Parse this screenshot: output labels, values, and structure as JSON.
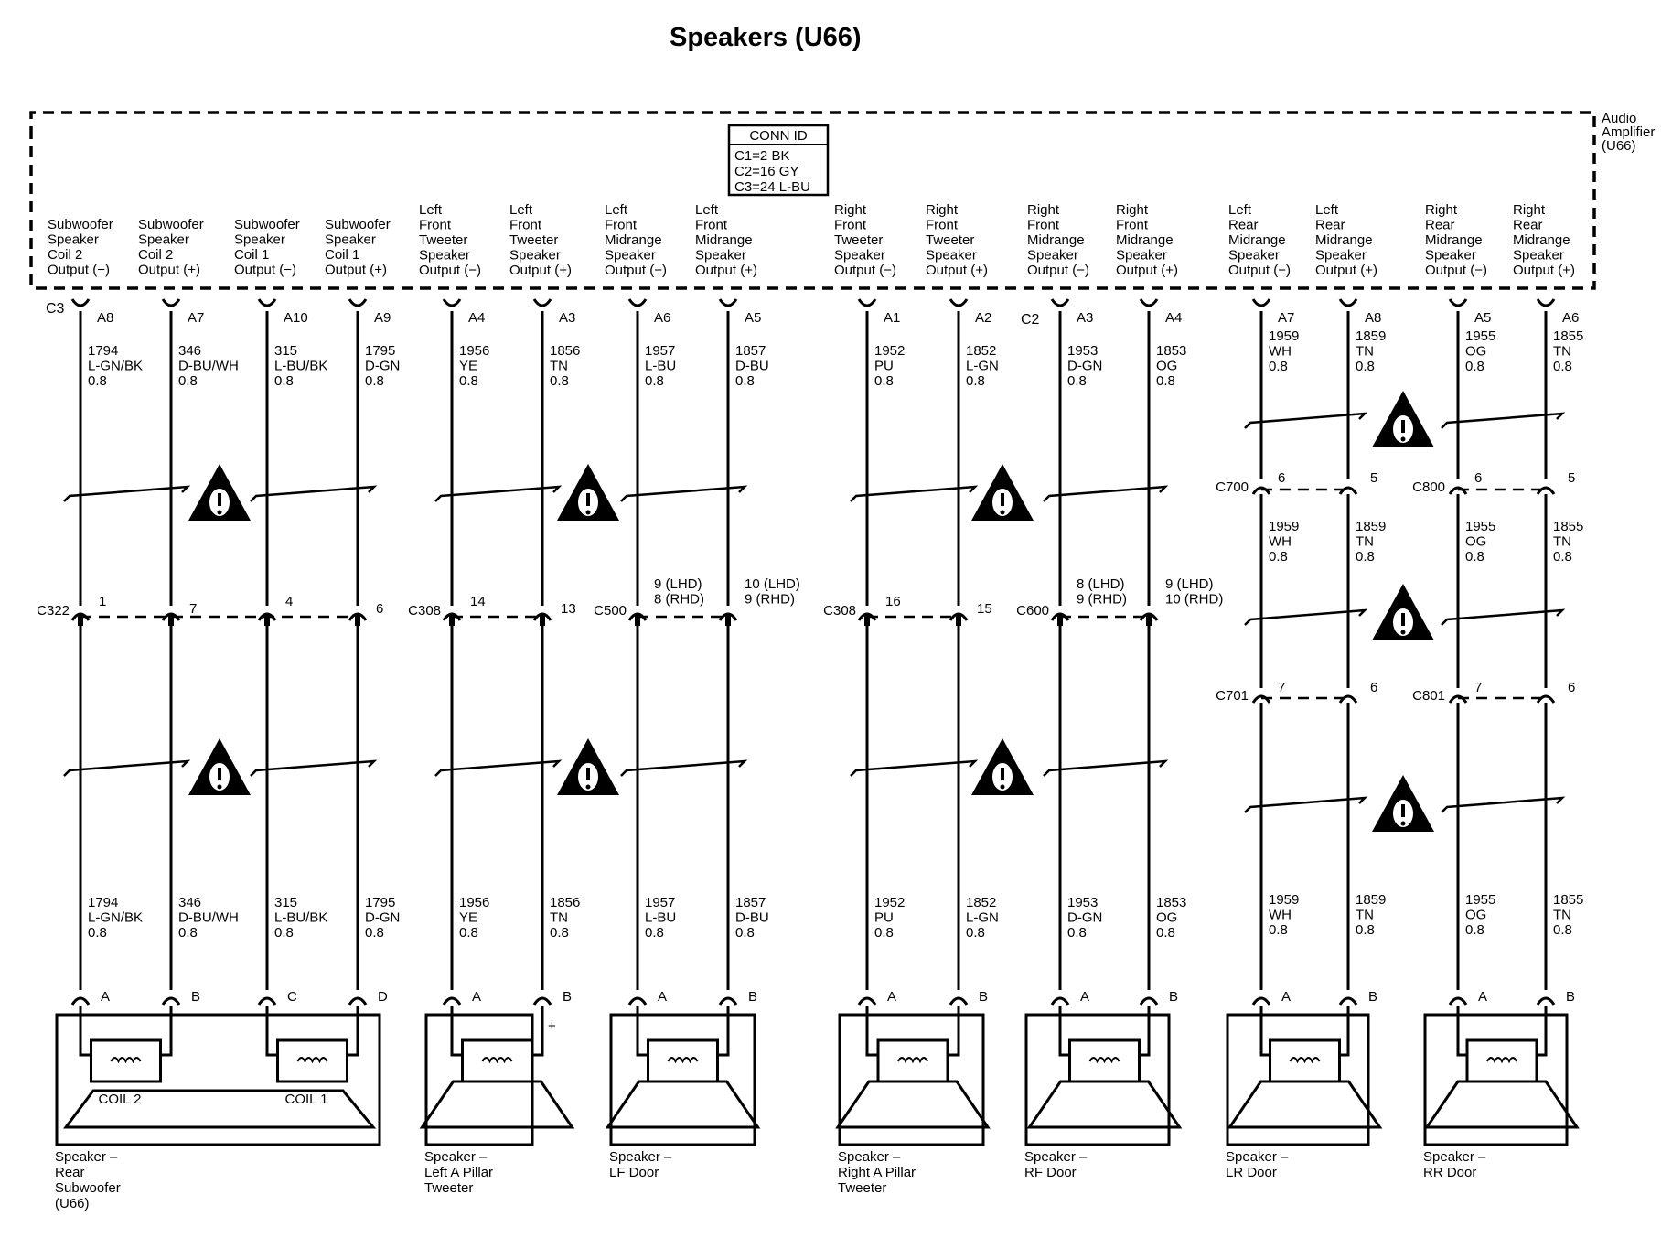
{
  "title": "Speakers (U66)",
  "amplifier": {
    "name_lines": [
      "Audio",
      "Amplifier",
      "(U66)"
    ],
    "conn_id": {
      "header": "CONN ID",
      "rows": [
        "C1=2 BK",
        "C2=16 GY",
        "C3=24 L-BU"
      ]
    },
    "connector_labels": [
      "C3",
      "C2"
    ]
  },
  "circuits": [
    {
      "desc": [
        "Subwoofer",
        "Speaker",
        "Coil 2",
        "Output (−)"
      ],
      "amp_pin": "A8",
      "wire_top": [
        "1794",
        "L-GN/BK",
        "0.8"
      ],
      "inline": {
        "connector": "C322",
        "pin": [
          "1"
        ]
      },
      "wire_bottom": [
        "1794",
        "L-GN/BK",
        "0.8"
      ],
      "speaker_pin": "A",
      "polarity": "−"
    },
    {
      "desc": [
        "Subwoofer",
        "Speaker",
        "Coil 2",
        "Output (+)"
      ],
      "amp_pin": "A7",
      "wire_top": [
        "346",
        "D-BU/WH",
        "0.8"
      ],
      "inline": {
        "connector": "",
        "pin": [
          "7"
        ]
      },
      "wire_bottom": [
        "346",
        "D-BU/WH",
        "0.8"
      ],
      "speaker_pin": "B",
      "polarity": "+"
    },
    {
      "desc": [
        "Subwoofer",
        "Speaker",
        "Coil 1",
        "Output (−)"
      ],
      "amp_pin": "A10",
      "wire_top": [
        "315",
        "L-BU/BK",
        "0.8"
      ],
      "inline": {
        "connector": "",
        "pin": [
          "4"
        ]
      },
      "wire_bottom": [
        "315",
        "L-BU/BK",
        "0.8"
      ],
      "speaker_pin": "C",
      "polarity": "−"
    },
    {
      "desc": [
        "Subwoofer",
        "Speaker",
        "Coil 1",
        "Output (+)"
      ],
      "amp_pin": "A9",
      "wire_top": [
        "1795",
        "D-GN",
        "0.8"
      ],
      "inline": {
        "connector": "",
        "pin": [
          "6"
        ]
      },
      "wire_bottom": [
        "1795",
        "D-GN",
        "0.8"
      ],
      "speaker_pin": "D",
      "polarity": "+"
    },
    {
      "desc": [
        "Left",
        "Front",
        "Tweeter",
        "Speaker",
        "Output (−)"
      ],
      "amp_pin": "A4",
      "wire_top": [
        "1956",
        "YE",
        "0.8"
      ],
      "inline": {
        "connector": "C308",
        "pin": [
          "14"
        ]
      },
      "wire_bottom": [
        "1956",
        "YE",
        "0.8"
      ],
      "speaker_pin": "A",
      "polarity": "−"
    },
    {
      "desc": [
        "Left",
        "Front",
        "Tweeter",
        "Speaker",
        "Output (+)"
      ],
      "amp_pin": "A3",
      "wire_top": [
        "1856",
        "TN",
        "0.8"
      ],
      "inline": {
        "connector": "",
        "pin": [
          "13"
        ]
      },
      "wire_bottom": [
        "1856",
        "TN",
        "0.8"
      ],
      "speaker_pin": "B",
      "polarity": "+"
    },
    {
      "desc": [
        "Left",
        "Front",
        "Midrange",
        "Speaker",
        "Output (−)"
      ],
      "amp_pin": "A6",
      "wire_top": [
        "1957",
        "L-BU",
        "0.8"
      ],
      "inline": {
        "connector": "C500",
        "pin": [
          "9 (LHD)",
          "8 (RHD)"
        ]
      },
      "wire_bottom": [
        "1957",
        "L-BU",
        "0.8"
      ],
      "speaker_pin": "A",
      "polarity": "−"
    },
    {
      "desc": [
        "Left",
        "Front",
        "Midrange",
        "Speaker",
        "Output (+)"
      ],
      "amp_pin": "A5",
      "wire_top": [
        "1857",
        "D-BU",
        "0.8"
      ],
      "inline": {
        "connector": "",
        "pin": [
          "10 (LHD)",
          "9 (RHD)"
        ]
      },
      "wire_bottom": [
        "1857",
        "D-BU",
        "0.8"
      ],
      "speaker_pin": "B",
      "polarity": "+"
    },
    {
      "desc": [
        "Right",
        "Front",
        "Tweeter",
        "Speaker",
        "Output (−)"
      ],
      "amp_pin": "A1",
      "wire_top": [
        "1952",
        "PU",
        "0.8"
      ],
      "inline": {
        "connector": "C308",
        "pin": [
          "16"
        ]
      },
      "wire_bottom": [
        "1952",
        "PU",
        "0.8"
      ],
      "speaker_pin": "A",
      "polarity": "−"
    },
    {
      "desc": [
        "Right",
        "Front",
        "Tweeter",
        "Speaker",
        "Output (+)"
      ],
      "amp_pin": "A2",
      "wire_top": [
        "1852",
        "L-GN",
        "0.8"
      ],
      "inline": {
        "connector": "",
        "pin": [
          "15"
        ]
      },
      "wire_bottom": [
        "1852",
        "L-GN",
        "0.8"
      ],
      "speaker_pin": "B",
      "polarity": "+"
    },
    {
      "desc": [
        "Right",
        "Front",
        "Midrange",
        "Speaker",
        "Output (−)"
      ],
      "amp_pin": "A3",
      "wire_top": [
        "1953",
        "D-GN",
        "0.8"
      ],
      "inline": {
        "connector": "C600",
        "pin": [
          "8 (LHD)",
          "9 (RHD)"
        ]
      },
      "wire_bottom": [
        "1953",
        "D-GN",
        "0.8"
      ],
      "speaker_pin": "A",
      "polarity": "−"
    },
    {
      "desc": [
        "Right",
        "Front",
        "Midrange",
        "Speaker",
        "Output (+)"
      ],
      "amp_pin": "A4",
      "wire_top": [
        "1853",
        "OG",
        "0.8"
      ],
      "inline": {
        "connector": "",
        "pin": [
          "9 (LHD)",
          "10 (RHD)"
        ]
      },
      "wire_bottom": [
        "1853",
        "OG",
        "0.8"
      ],
      "speaker_pin": "B",
      "polarity": "+"
    },
    {
      "desc": [
        "Left",
        "Rear",
        "Midrange",
        "Speaker",
        "Output (−)"
      ],
      "amp_pin": "A7",
      "wire_top": [
        "1959",
        "WH",
        "0.8"
      ],
      "door1": {
        "connector": "C700",
        "pin": "6"
      },
      "wire_mid": [
        "1959",
        "WH",
        "0.8"
      ],
      "door2": {
        "connector": "C701",
        "pin": "7"
      },
      "wire_bottom": [
        "1959",
        "WH",
        "0.8"
      ],
      "speaker_pin": "A",
      "polarity": "−"
    },
    {
      "desc": [
        "Left",
        "Rear",
        "Midrange",
        "Speaker",
        "Output (+)"
      ],
      "amp_pin": "A8",
      "wire_top": [
        "1859",
        "TN",
        "0.8"
      ],
      "door1": {
        "connector": "",
        "pin": "5"
      },
      "wire_mid": [
        "1859",
        "TN",
        "0.8"
      ],
      "door2": {
        "connector": "",
        "pin": "6"
      },
      "wire_bottom": [
        "1859",
        "TN",
        "0.8"
      ],
      "speaker_pin": "B",
      "polarity": "+"
    },
    {
      "desc": [
        "Right",
        "Rear",
        "Midrange",
        "Speaker",
        "Output (−)"
      ],
      "amp_pin": "A5",
      "wire_top": [
        "1955",
        "OG",
        "0.8"
      ],
      "door1": {
        "connector": "C800",
        "pin": "6"
      },
      "wire_mid": [
        "1955",
        "OG",
        "0.8"
      ],
      "door2": {
        "connector": "C801",
        "pin": "7"
      },
      "wire_bottom": [
        "1955",
        "OG",
        "0.8"
      ],
      "speaker_pin": "A",
      "polarity": "−"
    },
    {
      "desc": [
        "Right",
        "Rear",
        "Midrange",
        "Speaker",
        "Output (+)"
      ],
      "amp_pin": "A6",
      "wire_top": [
        "1855",
        "TN",
        "0.8"
      ],
      "door1": {
        "connector": "",
        "pin": "5"
      },
      "wire_mid": [
        "1855",
        "TN",
        "0.8"
      ],
      "door2": {
        "connector": "",
        "pin": "6"
      },
      "wire_bottom": [
        "1855",
        "TN",
        "0.8"
      ],
      "speaker_pin": "B",
      "polarity": "+"
    }
  ],
  "speakers": [
    {
      "name_lines": [
        "Speaker –",
        "Rear",
        "Subwoofer",
        "(U66)"
      ],
      "coil_labels": [
        "COIL 2",
        "COIL 1"
      ]
    },
    {
      "name_lines": [
        "Speaker –",
        "Left A Pillar",
        "Tweeter"
      ]
    },
    {
      "name_lines": [
        "Speaker –",
        "LF Door"
      ]
    },
    {
      "name_lines": [
        "Speaker –",
        "Right A Pillar",
        "Tweeter"
      ]
    },
    {
      "name_lines": [
        "Speaker –",
        "RF Door"
      ]
    },
    {
      "name_lines": [
        "Speaker –",
        "LR Door"
      ]
    },
    {
      "name_lines": [
        "Speaker –",
        "RR Door"
      ]
    }
  ]
}
